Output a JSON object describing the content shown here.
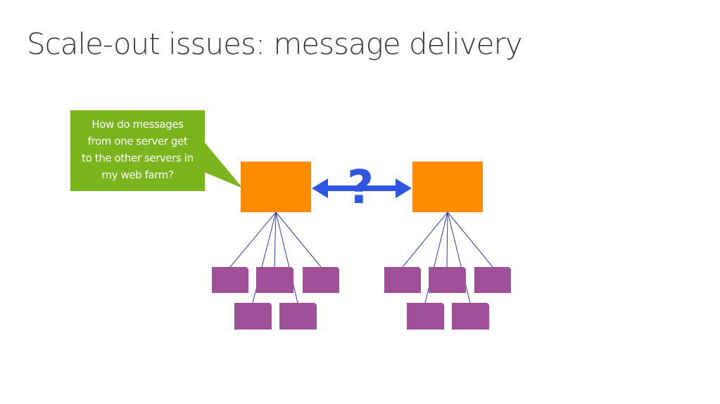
{
  "slide": {
    "title": "Scale-out issues: message delivery"
  },
  "callout": {
    "lines": [
      "How do messages",
      "from one server get",
      "to the other servers in",
      "my web farm?"
    ]
  },
  "diagram": {
    "question_mark": "?",
    "server_count": 2,
    "clients_per_server": 5
  },
  "colors": {
    "title_text": "#3a3a3a",
    "callout_background": "#7ab51d",
    "server_fill": "#ff8c00",
    "client_fill": "#9e5199",
    "connection_line": "#2c3e9e",
    "arrow": "#2f56e0"
  }
}
